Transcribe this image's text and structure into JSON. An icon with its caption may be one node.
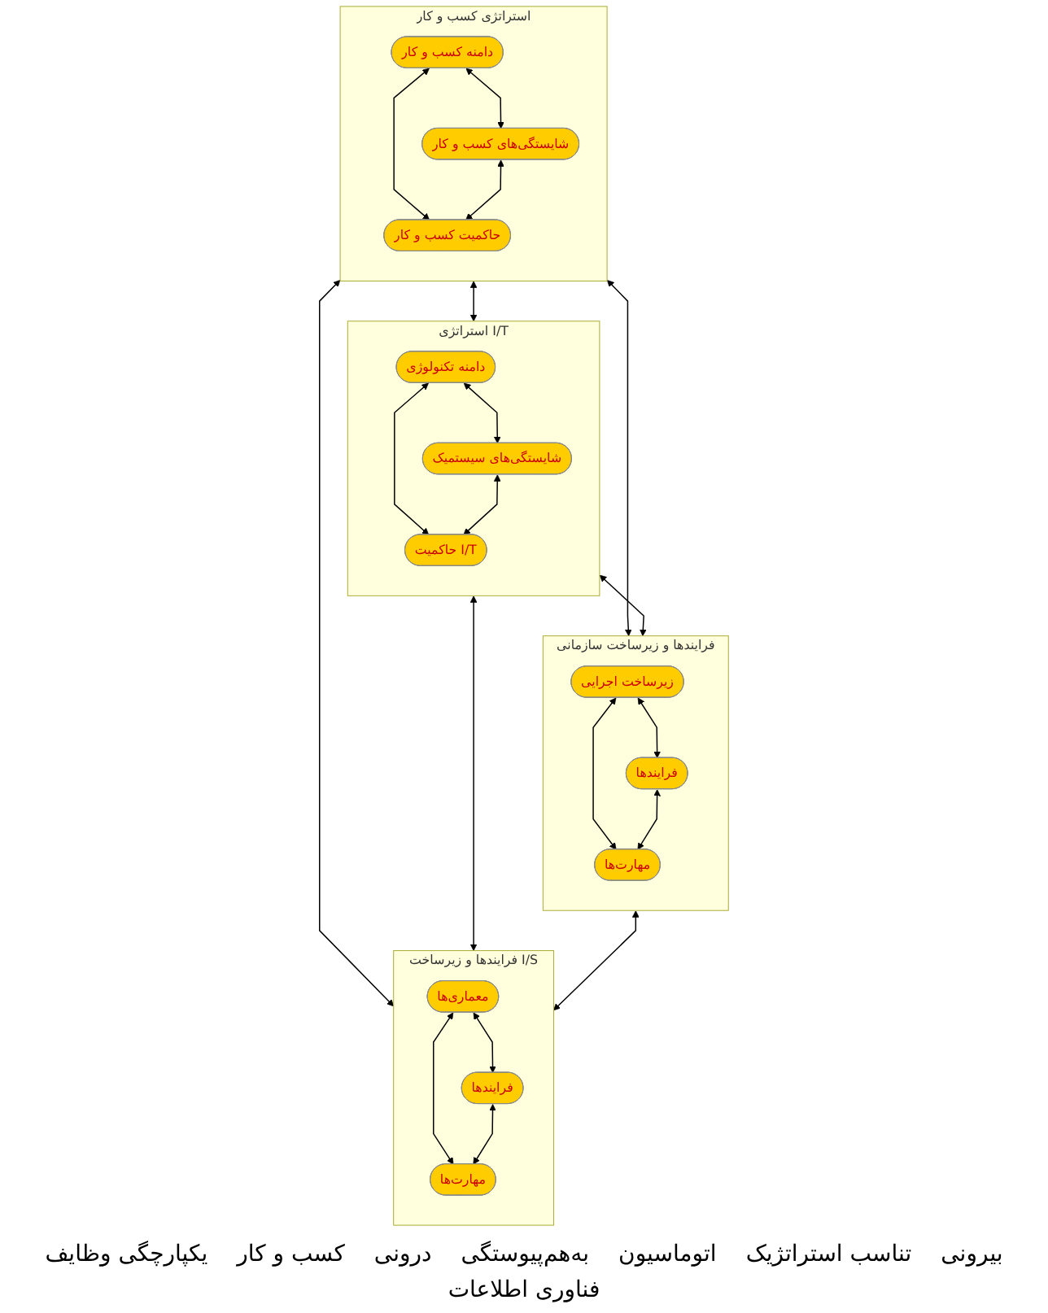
{
  "diagram": {
    "nodes": [
      {
        "text": [
          "استراتژی کسب و کار"
        ]
      },
      {
        "text": [
          "دامنه کسب و کار"
        ],
        "in": 0
      },
      {
        "text": [
          "شایستگی‌های کسب و کار"
        ],
        "in": 0
      },
      {
        "text": [
          "حاکمیت کسب و کار"
        ],
        "in": 0
      },
      {
        "text": [
          "استراتژی I/T"
        ]
      },
      {
        "text": [
          "دامنه تکنولوژی"
        ],
        "in": 4
      },
      {
        "text": [
          "شایستگی‌های سیستمیک"
        ],
        "in": 4
      },
      {
        "text": [
          "حاکمیت I/T"
        ],
        "in": 4
      },
      {
        "text": [
          "فرایندها و زیرساخت سازمانی"
        ]
      },
      {
        "text": [
          "زیرساخت اجرایی"
        ],
        "in": 8
      },
      {
        "text": [
          "فرایندها"
        ],
        "in": 8
      },
      {
        "text": [
          "مهارت‌ها"
        ],
        "in": 8
      },
      {
        "text": [
          "فرایندها و زیرساخت I/S"
        ]
      },
      {
        "text": [
          "معماری‌ها"
        ],
        "in": 12
      },
      {
        "text": [
          "فرایندها"
        ],
        "in": 12
      },
      {
        "text": [
          "مهارت‌ها"
        ],
        "in": 12
      }
    ],
    "edges": [
      {
        "from": 1,
        "to": 2,
        "arrow": "both"
      },
      {
        "from": 1,
        "to": 3,
        "arrow": "both"
      },
      {
        "from": 2,
        "to": 3,
        "arrow": "both"
      },
      {
        "from": 5,
        "to": 6,
        "arrow": "both"
      },
      {
        "from": 5,
        "to": 7,
        "arrow": "both"
      },
      {
        "from": 6,
        "to": 7,
        "arrow": "both"
      },
      {
        "from": 0,
        "to": 4,
        "arrow": "both"
      },
      {
        "from": 0,
        "to": 8,
        "arrow": "both"
      },
      {
        "from": 0,
        "to": 12,
        "arrow": "both"
      },
      {
        "from": 4,
        "to": 8,
        "arrow": "both"
      },
      {
        "from": 4,
        "to": 12,
        "arrow": "both"
      },
      {
        "from": 9,
        "to": 10,
        "arrow": "both"
      },
      {
        "from": 9,
        "to": 11,
        "arrow": "both"
      },
      {
        "from": 10,
        "to": 11,
        "arrow": "both"
      },
      {
        "from": 13,
        "to": 14,
        "arrow": "both"
      },
      {
        "from": 13,
        "to": 15,
        "arrow": "both"
      },
      {
        "from": 14,
        "to": 15,
        "arrow": "both"
      },
      {
        "from": 8,
        "to": 12,
        "arrow": "both"
      }
    ],
    "labels": [
      "بیرونی",
      "تناسب استراتژیک",
      "اتوماسیون",
      "به‌هم‌پیوستگی",
      "درونی",
      "کسب و کار",
      "یکپارچگی وظایف",
      "فناوری اطلاعات"
    ]
  }
}
